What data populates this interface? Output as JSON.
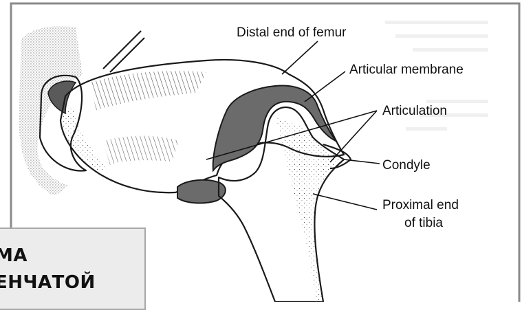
{
  "diagram": {
    "labels": {
      "distal_end_of_femur": "Distal end of femur",
      "articular_membrane": "Articular membrane",
      "articulation": "Articulation",
      "condyle": "Condyle",
      "proximal_end_line1": "Proximal end",
      "proximal_end_line2": "of tibia"
    }
  },
  "caption": {
    "line1": "МА",
    "line2": "ЕНЧАТОЙ"
  },
  "colors": {
    "frame": "#8a8a8a",
    "ink": "#1a1a1a",
    "membrane": "#6b6b6b",
    "bone": "#f7f7f4",
    "caption_bg": "#ececec"
  }
}
